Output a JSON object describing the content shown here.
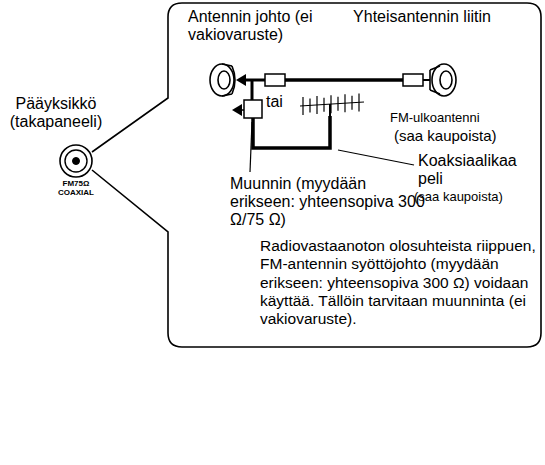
{
  "diagram": {
    "nodes": [
      {
        "text": [
          "Radiovastaanoton olosuhteista riippuen, FM-antennin syöttöjohto (myydään erikseen: yhteensopiva 300 Ω) voidaan käyttää. Tällöin tarvitaan muunninta (ei vakiovaruste)."
        ]
      }
    ],
    "labels": [
      "Antennin johto (ei vakiovaruste)",
      "Yhteisantennin liitin",
      "Pääyksikkö (takapaneeli)",
      "tai",
      "FM-ulkoantenni",
      "(saa kaupoista)",
      "Koaksiaalikaa peli",
      "(saa kaupoista)",
      "Muunnin (myydään erikseen: yhteensopiva 300 Ω/75 Ω)",
      "FM75Ω COAXIAL"
    ]
  }
}
